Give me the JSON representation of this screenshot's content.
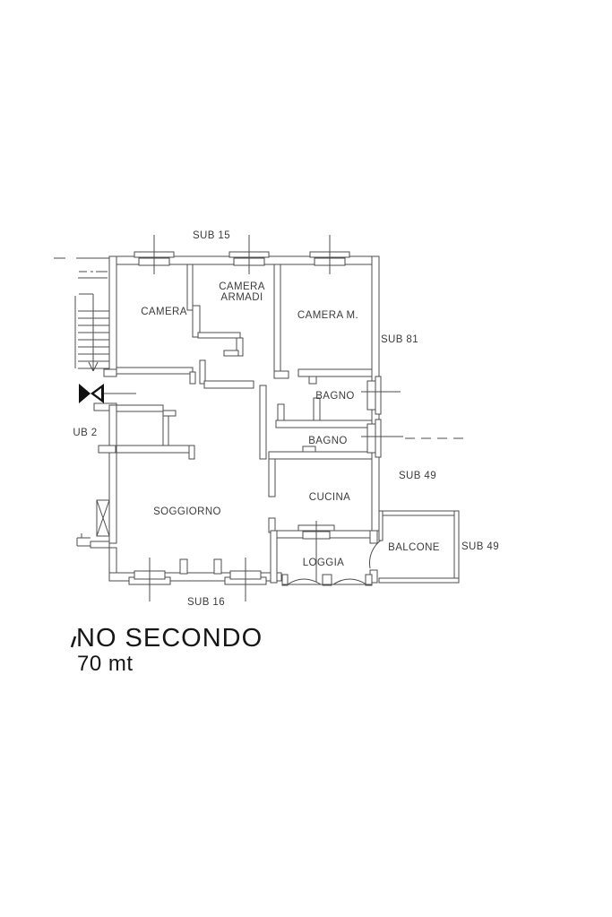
{
  "plan": {
    "labels": {
      "sub15": "SUB 15",
      "camera": "CAMERA",
      "camera_armadi": "CAMERA\nARMADI",
      "camera_m": "CAMERA M.",
      "sub81": "SUB 81",
      "bagno1": "BAGNO",
      "bagno2": "BAGNO",
      "sub2": "UB 2",
      "sub49_mid": "SUB 49",
      "cucina": "CUCINA",
      "soggiorno": "SOGGIORNO",
      "loggia": "LOGGIA",
      "balcone": "BALCONE",
      "sub49_right": "SUB 49",
      "sub16": "SUB 16"
    },
    "title": "NO SECONDO",
    "subtitle": "70 mt",
    "colors": {
      "line": "#4d4d4d",
      "text": "#3c3c3c",
      "title": "#161616"
    }
  }
}
